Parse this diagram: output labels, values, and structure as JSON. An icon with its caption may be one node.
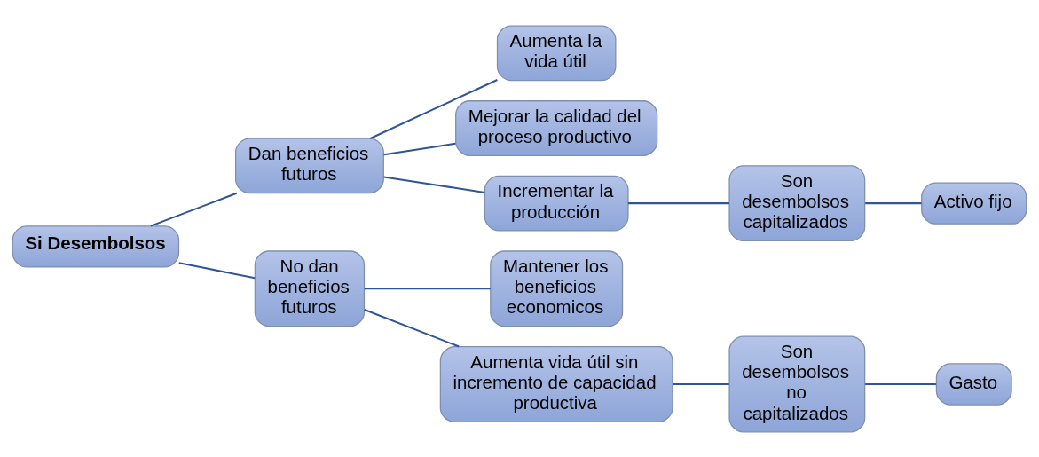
{
  "diagram": {
    "nodes": [
      {
        "text": [
          "Si Desembolsos"
        ]
      },
      {
        "text": [
          "Dan beneficios futuros"
        ]
      },
      {
        "text": [
          "Aumenta la vida útil"
        ]
      },
      {
        "text": [
          "Mejorar la calidad del proceso productivo"
        ]
      },
      {
        "text": [
          "Incrementar la producción"
        ]
      },
      {
        "text": [
          "Son desembolsos capitalizados"
        ]
      },
      {
        "text": [
          "Activo fijo"
        ]
      },
      {
        "text": [
          "No dan beneficios futuros"
        ]
      },
      {
        "text": [
          "Mantener los beneficios economicos"
        ]
      },
      {
        "text": [
          "Aumenta vida útil sin incremento de capacidad productiva"
        ]
      },
      {
        "text": [
          "Son desembolsos no capitalizados"
        ]
      },
      {
        "text": [
          "Gasto"
        ]
      }
    ],
    "edges": [
      {
        "from": 0,
        "to": 1,
        "arrow": "none"
      },
      {
        "from": 1,
        "to": 2,
        "arrow": "none"
      },
      {
        "from": 1,
        "to": 3,
        "arrow": "none"
      },
      {
        "from": 1,
        "to": 4,
        "arrow": "none"
      },
      {
        "from": 4,
        "to": 5,
        "arrow": "none"
      },
      {
        "from": 5,
        "to": 6,
        "arrow": "none"
      },
      {
        "from": 0,
        "to": 7,
        "arrow": "none"
      },
      {
        "from": 7,
        "to": 8,
        "arrow": "none"
      },
      {
        "from": 7,
        "to": 9,
        "arrow": "none"
      },
      {
        "from": 9,
        "to": 10,
        "arrow": "none"
      },
      {
        "from": 10,
        "to": 11,
        "arrow": "none"
      }
    ]
  }
}
